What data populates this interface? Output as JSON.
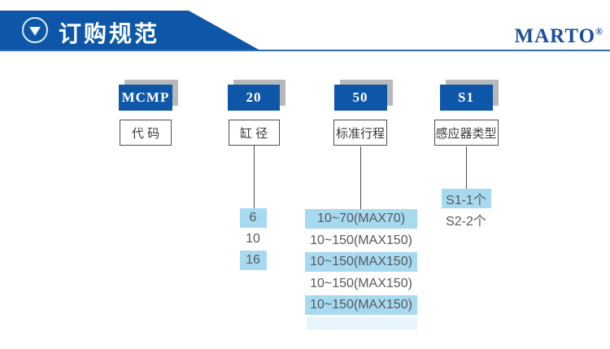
{
  "header": {
    "title": "订购规范",
    "brand": "MARTO",
    "brand_mark": "®",
    "icon": "circle-down-triangle-icon"
  },
  "colors": {
    "banner_blue": "#0e57a8",
    "rule_blue": "#2e6db4",
    "brand_blue": "#1b4f9c",
    "shadow_gray": "#b9b9b9",
    "highlight_blue": "#a7daf0",
    "option_text": "#57585a"
  },
  "diagram": {
    "columns": [
      {
        "code": "MCMP",
        "label": "代 码",
        "options": []
      },
      {
        "code": "20",
        "label": "缸 径",
        "options": [
          {
            "text": "6",
            "highlight": true
          },
          {
            "text": "10",
            "highlight": false
          },
          {
            "text": "16",
            "highlight": true
          }
        ]
      },
      {
        "code": "50",
        "label": "标准行程",
        "options": [
          {
            "text": "10~70(MAX70)",
            "highlight": true
          },
          {
            "text": "10~150(MAX150)",
            "highlight": false
          },
          {
            "text": "10~150(MAX150)",
            "highlight": true
          },
          {
            "text": "10~150(MAX150)",
            "highlight": false
          },
          {
            "text": "10~150(MAX150)",
            "highlight": true
          }
        ]
      },
      {
        "code": "S1",
        "label": "感应器类型",
        "options": [
          {
            "text": "S1-1个",
            "highlight": true
          },
          {
            "text": "S2-2个",
            "highlight": false
          }
        ]
      }
    ]
  }
}
